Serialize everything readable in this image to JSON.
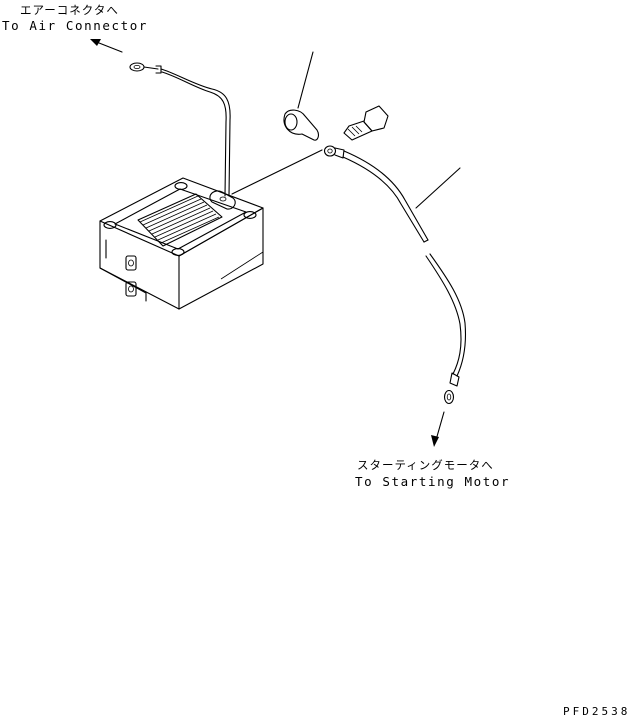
{
  "labels": {
    "air_connector_jp": "エアーコネクタへ",
    "air_connector_en": "To Air Connector",
    "starting_motor_jp": "スターティングモータへ",
    "starting_motor_en": "To Starting Motor",
    "drawing_code": "PFD2538"
  }
}
